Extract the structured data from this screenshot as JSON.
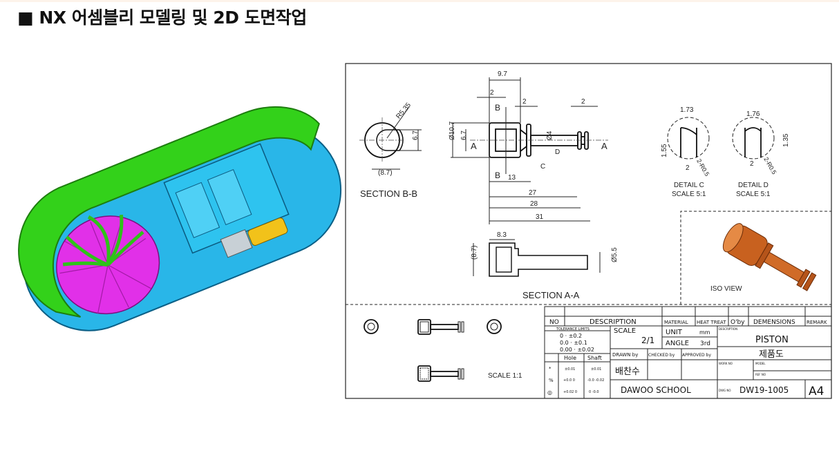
{
  "title": "■ NX 어셈블리 모델링 및 2D 도면작업",
  "drawing": {
    "dims": {
      "r535": "R5.35",
      "d67a": "6.7",
      "d87": "(8.7)",
      "d97": "9.7",
      "d2a": "2",
      "d2b": "2",
      "d2c": "2",
      "dia107": "Ø10.7",
      "d67b": "6.7",
      "dia4": "Ø4",
      "d13": "13",
      "d27": "27",
      "d28": "28",
      "d31": "31",
      "d83": "8.3",
      "d87b": "(8.7)",
      "dia55": "Ø5.5",
      "c173": "1.73",
      "c155": "1.55",
      "c2": "2",
      "cr": "2-R0.5",
      "d176": "1.76",
      "d135": "1.35",
      "dd2": "2",
      "dr": "2-R0.5"
    },
    "labels": {
      "sec_bb": "SECTION B-B",
      "sec_aa": "SECTION A-A",
      "A": "A",
      "B": "B",
      "C": "C",
      "D": "D",
      "detail_c": "DETAIL C",
      "detail_c_scale": "SCALE 5:1",
      "detail_d": "DETAIL D",
      "detail_d_scale": "SCALE 5:1",
      "iso_view": "ISO VIEW",
      "scale_11": "SCALE 1:1"
    },
    "title_block": {
      "headers": [
        "NO",
        "DESCRIPTION",
        "MATERIAL",
        "HEAT TREAT",
        "O'by",
        "DEMENSIONS",
        "REMARK"
      ],
      "tolerance_limits": "TOLERANCE LIMITS",
      "tolerances": [
        "0    · ±0.2",
        "0.0  · ±0.1",
        "0.00 · ±0.02"
      ],
      "hole": "Hole",
      "shaft": "Shaft",
      "fit_rows": [
        {
          "sym": "*",
          "hole": "±0.01",
          "shaft": "±0.01"
        },
        {
          "sym": "%",
          "hole": "+0.0 0",
          "shaft": "-0.0 -0.02"
        },
        {
          "sym": "◎",
          "hole": "+0.02 0",
          "shaft": "0 -0.0"
        }
      ],
      "scale_label": "SCALE",
      "scale_value": "2/1",
      "unit_label": "UNIT",
      "unit_value": "mm",
      "angle_label": "ANGLE",
      "angle_value": "3rd",
      "description_label": "DESCRIPTION",
      "description_value": "PISTON",
      "drawing_type": "제품도",
      "drawn_by": "DRAWN by",
      "checked_by": "CHECKED by",
      "approved_by": "APPROVED by",
      "drawer_name": "배찬수",
      "work_no": "WORK NO",
      "model": "MODEL",
      "ref_no": "REF NO",
      "school": "DAWOO SCHOOL",
      "dwg_no_label": "DWG NO",
      "dwg_no": "DW19-1005",
      "sheet_size": "A4"
    }
  }
}
